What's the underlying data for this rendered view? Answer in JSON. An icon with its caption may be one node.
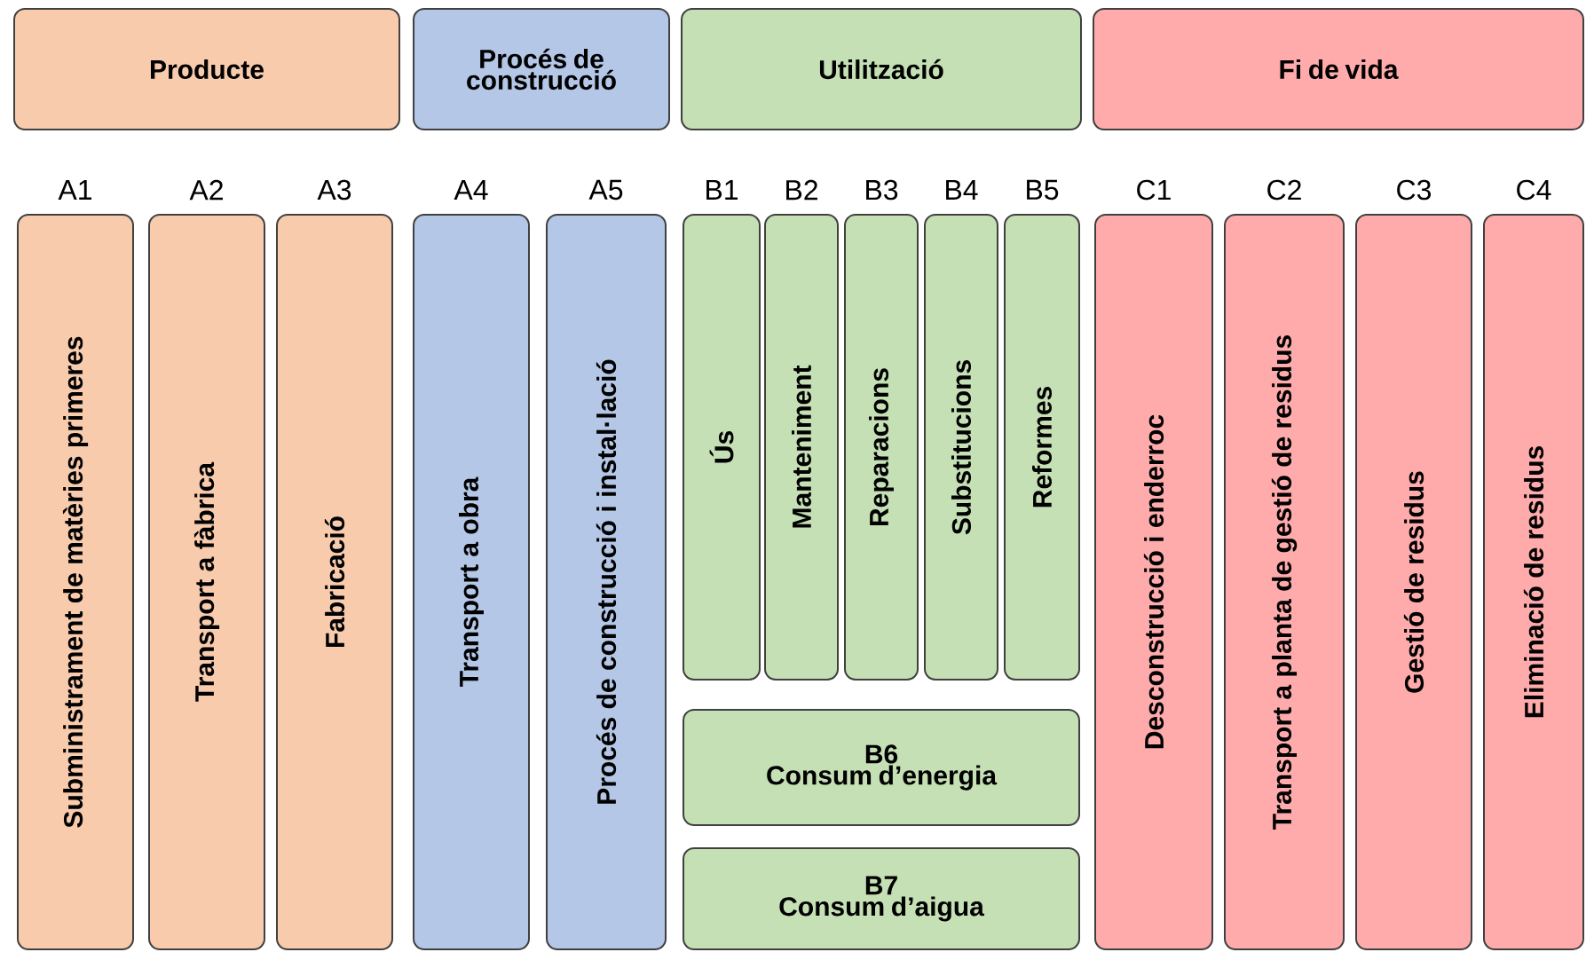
{
  "diagram": {
    "nodes": [
      {
        "text": [
          "Producte"
        ]
      },
      {
        "text": [
          "Procés de construcció"
        ]
      },
      {
        "text": [
          "Utilització"
        ]
      },
      {
        "text": [
          "Fi de vida"
        ]
      },
      {
        "text": [
          "Subministrament de matèries primeres"
        ],
        "beside": [
          "A1"
        ]
      },
      {
        "text": [
          "Transport a fàbrica"
        ],
        "beside": [
          "A2"
        ]
      },
      {
        "text": [
          "Fabricació"
        ],
        "beside": [
          "A3"
        ]
      },
      {
        "text": [
          "Transport a obra"
        ],
        "beside": [
          "A4"
        ]
      },
      {
        "text": [
          "Procés de construcció i instal·lació"
        ],
        "beside": [
          "A5"
        ]
      },
      {
        "text": [
          "Ús"
        ],
        "beside": [
          "B1"
        ]
      },
      {
        "text": [
          "Manteniment"
        ],
        "beside": [
          "B2"
        ]
      },
      {
        "text": [
          "Reparacions"
        ],
        "beside": [
          "B3"
        ]
      },
      {
        "text": [
          "Substitucions"
        ],
        "beside": [
          "B4"
        ]
      },
      {
        "text": [
          "Reformes"
        ],
        "beside": [
          "B5"
        ]
      },
      {
        "text": [
          "B6",
          "Consum d’energia"
        ]
      },
      {
        "text": [
          "B7",
          "Consum d’aigua"
        ]
      },
      {
        "text": [
          "Desconstrucció i enderroc"
        ],
        "beside": [
          "C1"
        ]
      },
      {
        "text": [
          "Transport a planta de gestió de residus"
        ],
        "beside": [
          "C2"
        ]
      },
      {
        "text": [
          "Gestió de residus"
        ],
        "beside": [
          "C3"
        ]
      },
      {
        "text": [
          "Eliminació de residus"
        ],
        "beside": [
          "C4"
        ]
      }
    ]
  }
}
